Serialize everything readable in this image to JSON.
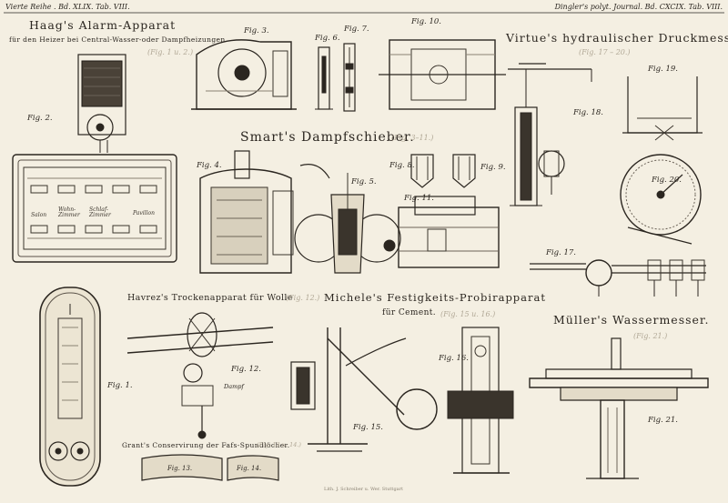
{
  "header": {
    "left": "Vierte Reihe . Bd. XLIX. Tab. VIII.",
    "right": "Dingler's polyt. Journal. Bd. CXCIX. Tab. VIII."
  },
  "sections": {
    "haag": {
      "title": "Haag's Alarm-Apparat",
      "subtitle": "für den Heizer bei Central-Wasser-oder Dampfheizungen.",
      "figref": "(Fig. 1 u. 2.)"
    },
    "smart": {
      "title": "Smart's Dampfschieber.",
      "figref": "(Fig. 3–11.)"
    },
    "virtue": {
      "title": "Virtue's hydraulischer Druckmesser.",
      "figref": "(Fig. 17 – 20.)"
    },
    "havrez": {
      "title": "Havrez's Trockenapparat für Wolle",
      "figref": "(Fig. 12.)"
    },
    "michele": {
      "title": "Michele's Festigkeits-Probirapparat",
      "subtitle": "für Cement.",
      "figref": "(Fig. 15 u. 16.)"
    },
    "mueller": {
      "title": "Müller's Wassermesser.",
      "figref": "(Fig. 21.)"
    },
    "grant": {
      "title": "Grant's Conservirung der Fafs-Spundlöcher.",
      "figref": "(Fig. 13 u. 14.)"
    }
  },
  "figures": {
    "f1": "Fig. 1.",
    "f2": "Fig. 2.",
    "f3": "Fig. 3.",
    "f4": "Fig. 4.",
    "f5": "Fig. 5.",
    "f6": "Fig. 6.",
    "f7": "Fig. 7.",
    "f8": "Fig. 8.",
    "f9": "Fig. 9.",
    "f10": "Fig. 10.",
    "f11": "Fig. 11.",
    "f12": "Fig. 12.",
    "f13": "Fig. 13.",
    "f14": "Fig. 14.",
    "f15": "Fig. 15.",
    "f16": "Fig. 16.",
    "f17": "Fig. 17.",
    "f18": "Fig. 18.",
    "f19": "Fig. 19.",
    "f20": "Fig. 20.",
    "f21": "Fig. 21."
  },
  "panel_labels": {
    "salon": "Salon",
    "wohnzimmer": "Wohn-Zimmer",
    "schlafzimmer": "Schlaf-Zimmer",
    "pavillon": "Pavillon"
  },
  "annotations": {
    "dampf": "Dampf"
  },
  "credit": "Lith. J. Schreiber u. Wer. Stuttgart"
}
